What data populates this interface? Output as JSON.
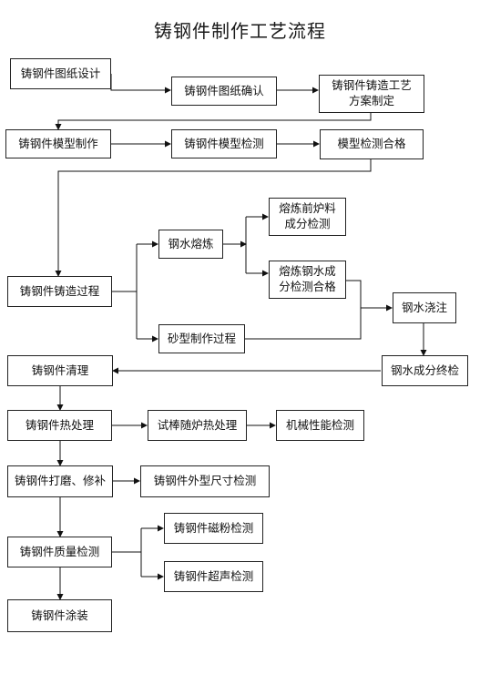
{
  "title": "铸钢件制作工艺流程",
  "steps": {
    "s1": "铸钢件图纸设计",
    "s2": "铸钢件图纸确认",
    "s3": "铸钢件铸造工艺\n方案制定",
    "s4": "铸钢件模型制作",
    "s5": "铸钢件模型检测",
    "s6": "模型检测合格",
    "s7": "熔炼前炉料\n成分检测",
    "s8": "钢水熔炼",
    "s9": "熔炼钢水成\n分检测合格",
    "s10": "铸钢件铸造过程",
    "s11": "钢水浇注",
    "s12": "砂型制作过程",
    "s13": "铸钢件清理",
    "s14": "钢水成分终检",
    "s15": "铸钢件热处理",
    "s16": "试棒随炉热处理",
    "s17": "机械性能检测",
    "s18": "铸钢件打磨、修补",
    "s19": "铸钢件外型尺寸检测",
    "s20": "铸钢件磁粉检测",
    "s21": "铸钢件质量检测",
    "s22": "铸钢件超声检测",
    "s23": "铸钢件涂装"
  }
}
